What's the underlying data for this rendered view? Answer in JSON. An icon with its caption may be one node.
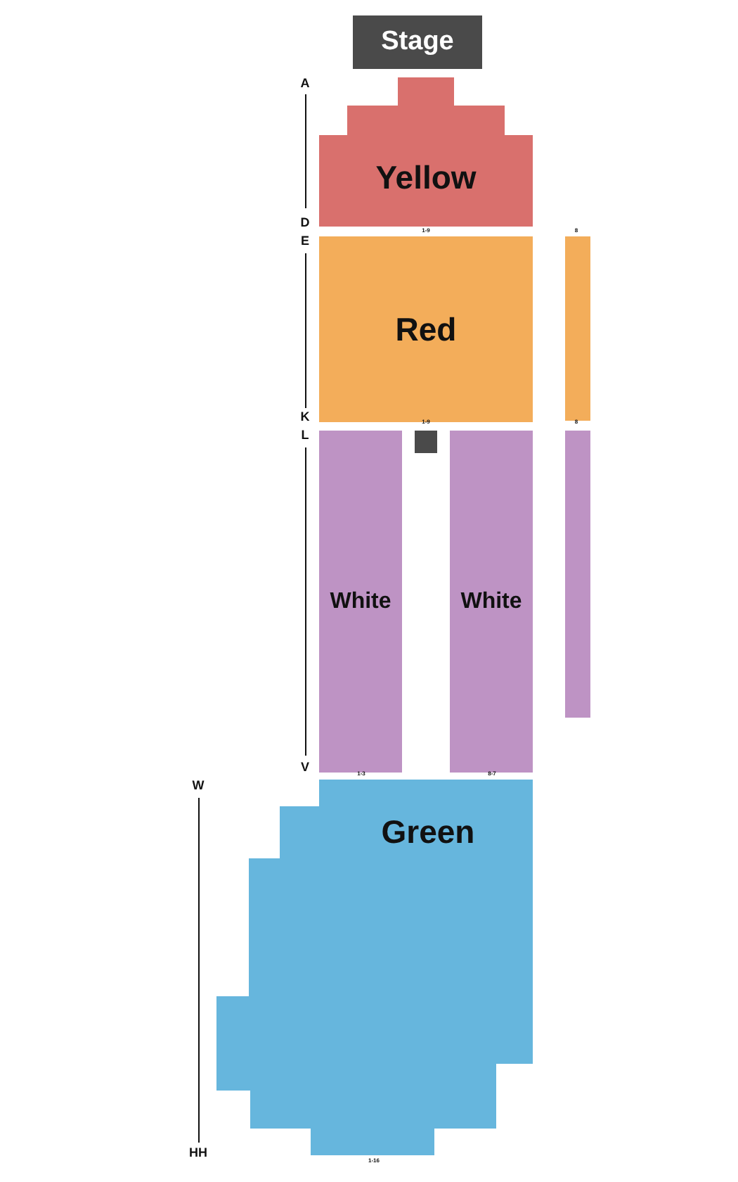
{
  "diagram": {
    "nodes": [
      {
        "text": [
          "Stage"
        ]
      },
      {
        "text": [
          "Yellow"
        ]
      },
      {
        "text": [
          "Red"
        ]
      },
      {
        "text": [],
        "shape": "bar"
      },
      {
        "text": [],
        "shape": "box"
      },
      {
        "text": [
          "White"
        ]
      },
      {
        "text": [
          "White"
        ]
      },
      {
        "text": [],
        "shape": "bar"
      },
      {
        "text": [
          "Green"
        ]
      }
    ],
    "labels": [
      "A",
      "D",
      "1-9",
      "8",
      "E",
      "K",
      "1-9",
      "8",
      "L",
      "V",
      "1-3",
      "8-7",
      "W",
      "HH",
      "1-16"
    ]
  }
}
